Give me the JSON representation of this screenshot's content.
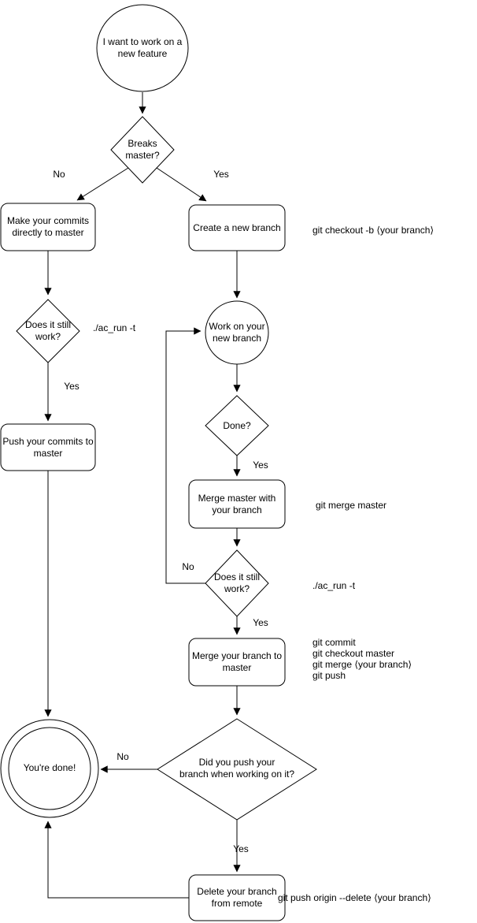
{
  "nodes": {
    "start": {
      "lines": [
        "I want to work on a",
        "new feature"
      ]
    },
    "breaks_master": {
      "lines": [
        "Breaks",
        "master?"
      ]
    },
    "make_commits": {
      "lines": [
        "Make your commits",
        "directly to master"
      ]
    },
    "create_branch": {
      "lines": [
        "Create a new branch"
      ]
    },
    "still_work_1": {
      "lines": [
        "Does it still",
        "work?"
      ]
    },
    "push_commits": {
      "lines": [
        "Push your commits to",
        "master"
      ]
    },
    "work_branch": {
      "lines": [
        "Work on your",
        "new branch"
      ]
    },
    "done": {
      "lines": [
        "Done?"
      ]
    },
    "merge_master": {
      "lines": [
        "Merge master with",
        "your branch"
      ]
    },
    "still_work_2": {
      "lines": [
        "Does it still",
        "work?"
      ]
    },
    "merge_branch": {
      "lines": [
        "Merge your branch to",
        "master"
      ]
    },
    "did_push": {
      "lines": [
        "Did you push your",
        "branch when working on it?"
      ]
    },
    "youre_done": {
      "lines": [
        "You're done!"
      ]
    },
    "delete_branch": {
      "lines": [
        "Delete your branch",
        "from remote"
      ]
    }
  },
  "edge_labels": {
    "no_breaks": "No",
    "yes_breaks": "Yes",
    "yes_still_work_1": "Yes",
    "yes_done": "Yes",
    "no_still_work_2": "No",
    "yes_still_work_2": "Yes",
    "no_did_push": "No",
    "yes_did_push": "Yes"
  },
  "annotations": {
    "checkout_cmd": "git checkout -b ⟨your branch⟩",
    "acrun_1": "./ac_run -t",
    "merge_master_cmd": "git merge master",
    "acrun_2": "./ac_run -t",
    "merge_branch_cmds": [
      "git commit",
      "git checkout master",
      "git merge ⟨your branch⟩",
      "git push"
    ],
    "delete_remote_cmd": "git push origin --delete ⟨your branch⟩"
  },
  "colors": {
    "stroke": "#000000",
    "fill": "#ffffff",
    "text": "#000000"
  }
}
